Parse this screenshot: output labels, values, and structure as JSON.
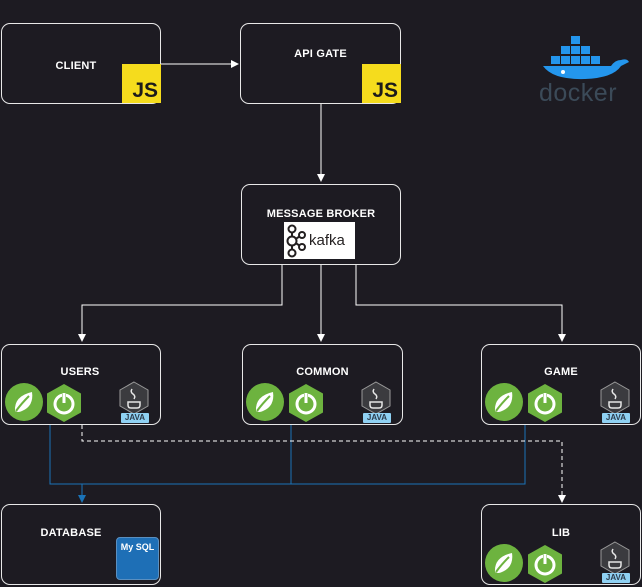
{
  "nodes": {
    "client": {
      "label": "CLIENT",
      "badge": "JS"
    },
    "api_gate": {
      "label": "API GATE",
      "badge": "JS"
    },
    "message_broker": {
      "label": "MESSAGE BROKER",
      "badge": "kafka"
    },
    "users": {
      "label": "USERS",
      "java": "JAVA"
    },
    "common": {
      "label": "COMMON",
      "java": "JAVA"
    },
    "game": {
      "label": "GAME",
      "java": "JAVA"
    },
    "database": {
      "label": "DATABASE",
      "badge": "My SQL"
    },
    "lib": {
      "label": "LIB",
      "java": "JAVA"
    }
  },
  "docker": {
    "wordmark": "docker"
  },
  "colors": {
    "background": "#1d1b22",
    "node_border": "#e8e8e8",
    "js": "#f5dc1d",
    "spring": "#6db33f",
    "mysql": "#1e6fb6",
    "db_link": "#1a73b8",
    "docker": "#2496ed"
  },
  "icons": [
    "js-icon",
    "kafka-icon",
    "spring-leaf-icon",
    "spring-boot-icon",
    "java-icon",
    "mysql-icon",
    "docker-whale-icon"
  ]
}
